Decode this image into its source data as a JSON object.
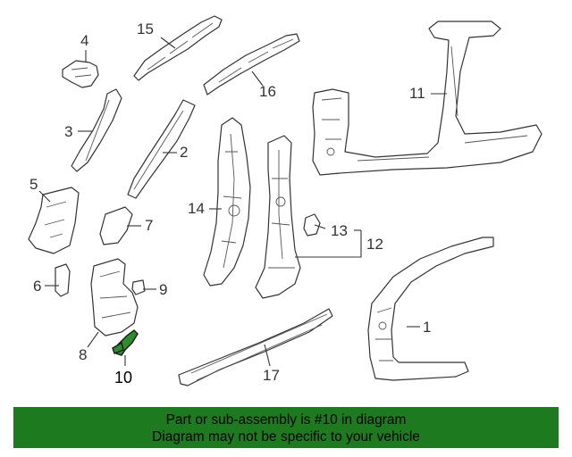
{
  "callouts": {
    "c1": "1",
    "c2": "2",
    "c3": "3",
    "c4": "4",
    "c5": "5",
    "c6": "6",
    "c7": "7",
    "c8": "8",
    "c9": "9",
    "c10": "10",
    "c11": "11",
    "c12": "12",
    "c13": "13",
    "c14": "14",
    "c15": "15",
    "c16": "16",
    "c17": "17"
  },
  "highlight_color": "#2e8b2e",
  "banner": {
    "color": "#1e7a1e",
    "line1": "Part or sub-assembly is #10 in diagram",
    "line2": "Diagram may not be specific to your vehicle"
  }
}
